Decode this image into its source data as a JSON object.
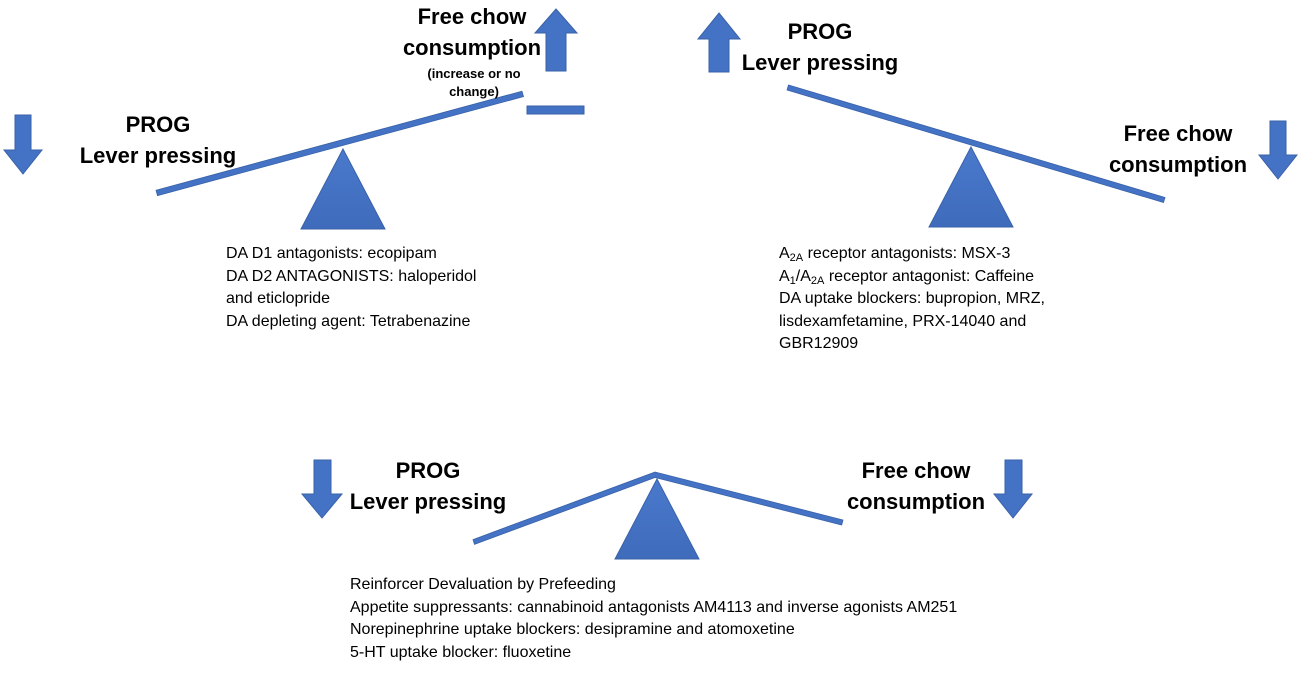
{
  "colors": {
    "blue": "#4472C4"
  },
  "panel1": {
    "left_label": [
      "PROG",
      "Lever pressing"
    ],
    "left_arrow": "down-arrow-icon",
    "right_label": [
      "Free chow",
      "consumption"
    ],
    "right_note": [
      "(increase or no",
      "change)"
    ],
    "right_arrow": "up-arrow-icon",
    "right_bar": "no-change-bar-icon",
    "agents": [
      "DA D1 antagonists: ecopipam",
      "DA D2 ANTAGONISTS: haloperidol",
      "and eticlopride",
      "DA depleting agent: Tetrabenazine"
    ]
  },
  "panel2": {
    "left_label": [
      "PROG",
      "Lever pressing"
    ],
    "left_arrow": "up-arrow-icon",
    "right_label": [
      "Free chow",
      "consumption"
    ],
    "right_arrow": "down-arrow-icon",
    "agents": [
      {
        "base": "A",
        "sub": "2A",
        "rest": " receptor antagonists: MSX-3"
      },
      {
        "a": "A",
        "a_sub": "1",
        "slash": "/A",
        "b_sub": "2A",
        "rest": " receptor antagonist: Caffeine"
      },
      "DA uptake blockers: bupropion, MRZ,",
      "lisdexamfetamine, PRX-14040 and",
      "GBR12909"
    ]
  },
  "panel3": {
    "left_label": [
      "PROG",
      "Lever pressing"
    ],
    "left_arrow": "down-arrow-icon",
    "right_label": [
      "Free chow",
      "consumption"
    ],
    "right_arrow": "down-arrow-icon",
    "agents": [
      "Reinforcer Devaluation by Prefeeding",
      "Appetite suppressants: cannabinoid antagonists AM4113 and inverse agonists AM251",
      "Norepinephrine uptake blockers: desipramine and atomoxetine",
      "5-HT uptake blocker: fluoxetine"
    ]
  }
}
